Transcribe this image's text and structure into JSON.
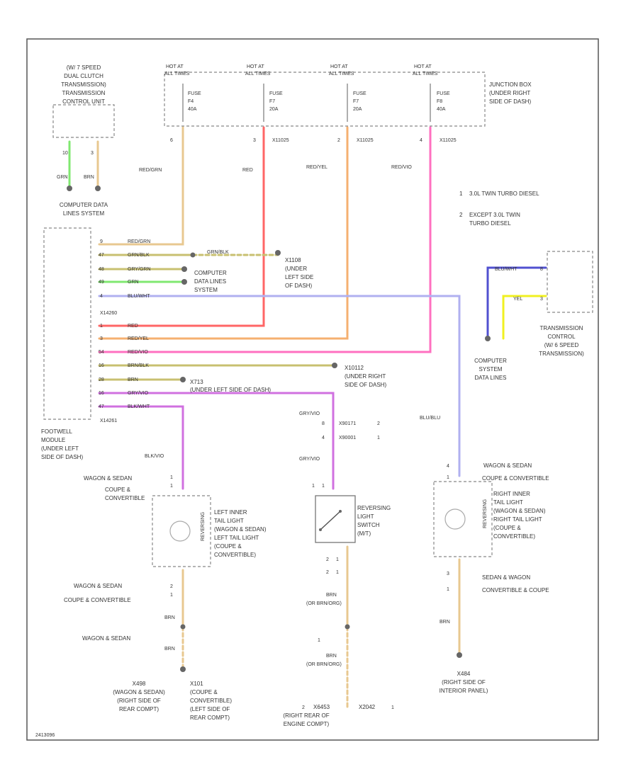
{
  "colors": {
    "red": "#ff6666",
    "tan": "#e8c890",
    "orange": "#f5b070",
    "pink": "#ff70c0",
    "blue": "#5050d0",
    "lavender": "#b0b0f0",
    "green": "#80e870",
    "yellow": "#f0f020",
    "violet": "#d070e0",
    "olive": "#c8c070"
  },
  "tcu7": {
    "lines": [
      "(W/ 7 SPEED",
      "DUAL CLUTCH",
      "TRANSMISSION)",
      "TRANSMISSION",
      "CONTROL UNIT"
    ],
    "pins": [
      "10",
      "3"
    ],
    "wires": [
      "GRN",
      "BRN"
    ]
  },
  "cdl_top": [
    "COMPUTER DATA",
    "LINES SYSTEM"
  ],
  "fuses": [
    {
      "hot": [
        "HOT AT",
        "ALL TIMES"
      ],
      "name": "FUSE",
      "num": "F4",
      "amp": "40A",
      "pin": "6",
      "conn": "",
      "wire": "RED/GRN"
    },
    {
      "hot": [
        "HOT AT",
        "ALL TIMES"
      ],
      "name": "FUSE",
      "num": "F7",
      "amp": "20A",
      "pin": "3",
      "conn": "X11025",
      "wire": "RED"
    },
    {
      "hot": [
        "HOT AT",
        "ALL TIMES"
      ],
      "name": "FUSE",
      "num": "F7",
      "amp": "20A",
      "pin": "2",
      "conn": "X11025",
      "wire": "RED/YEL"
    },
    {
      "hot": [
        "HOT AT",
        "ALL TIMES"
      ],
      "name": "FUSE",
      "num": "F8",
      "amp": "40A",
      "pin": "4",
      "conn": "X11025",
      "wire": "RED/VIO"
    }
  ],
  "junction_box": [
    "JUNCTION BOX",
    "(UNDER RIGHT",
    "SIDE OF DASH)"
  ],
  "notes": [
    {
      "num": "1",
      "text": [
        "3.0L TWIN TURBO DIESEL"
      ]
    },
    {
      "num": "2",
      "text": [
        "EXCEPT 3.0L TWIN",
        "TURBO DIESEL"
      ]
    }
  ],
  "fwm_pins": [
    {
      "pin": "9",
      "wire": "RED/GRN"
    },
    {
      "pin": "47",
      "wire": "GRN/BLK"
    },
    {
      "pin": "48",
      "wire": "GRY/GRN"
    },
    {
      "pin": "49",
      "wire": "GRN"
    },
    {
      "pin": "4",
      "wire": "BLU/WHT"
    },
    {
      "pin": "",
      "wire": ""
    },
    {
      "pin": "1",
      "wire": "RED"
    },
    {
      "pin": "3",
      "wire": "RED/YEL"
    },
    {
      "pin": "54",
      "wire": "RED/VIO"
    },
    {
      "pin": "16",
      "wire": "BRN/BLK"
    },
    {
      "pin": "28",
      "wire": "BRN"
    },
    {
      "pin": "16",
      "wire": "GRY/VIO"
    },
    {
      "pin": "47",
      "wire": "BLK/WHT"
    }
  ],
  "fwm_conn_mid": "X14260",
  "fwm_conn_bot": "X14261",
  "fwm_label": [
    "FOOTWELL",
    "MODULE",
    "(UNDER LEFT",
    "SIDE OF DASH)"
  ],
  "splices": {
    "x1108": {
      "id": "X1108",
      "wire": "GRN/BLK",
      "desc": [
        "(UNDER",
        "LEFT SIDE",
        "OF DASH)"
      ]
    },
    "cdl_mid": [
      "COMPUTER",
      "DATA LINES",
      "SYSTEM"
    ],
    "x10112": {
      "id": "X10112",
      "desc": [
        "(UNDER RIGHT",
        "SIDE OF DASH)"
      ]
    },
    "x713": {
      "id": "X713",
      "desc": "(UNDER LEFT SIDE OF DASH)"
    }
  },
  "tcu6": {
    "wires": [
      "BLU/WHT",
      "YEL"
    ],
    "pins": [
      "8",
      "3"
    ],
    "label": [
      "TRANSMISSION",
      "CONTROL",
      "(W/ 6 SPEED",
      "TRANSMISSION)"
    ]
  },
  "cdl_right": [
    "COMPUTER",
    "SYSTEM",
    "DATA LINES"
  ],
  "left_lamp": {
    "wire_top": "BLK/VIO",
    "pins_top": [
      "1",
      "1"
    ],
    "variant_top": [
      "WAGON & SEDAN",
      "COUPE &",
      "CONVERTIBLE"
    ],
    "label": [
      "LEFT INNER",
      "TAIL LIGHT",
      "(WAGON & SEDAN)",
      "LEFT TAIL LIGHT",
      "(COUPE &",
      "CONVERTIBLE)"
    ],
    "side_text": "REVERSING",
    "pins_bot": [
      "2",
      "1"
    ],
    "variant_bot": [
      "WAGON & SEDAN",
      "COUPE & CONVERTIBLE"
    ],
    "wire1": "BRN",
    "variant_wagon": "WAGON & SEDAN",
    "wire2": "BRN",
    "ground1": [
      "X498",
      "(WAGON & SEDAN)",
      "(RIGHT SIDE OF",
      "REAR COMPT)"
    ],
    "ground2": [
      "X101",
      "(COUPE &",
      "CONVERTIBLE)",
      "(LEFT SIDE OF",
      "REAR COMPT)"
    ]
  },
  "switch": {
    "wire_top": "GRY/VIO",
    "pins_top": [
      "8",
      "4"
    ],
    "conns": [
      "X90171",
      "X90001"
    ],
    "conn_nums": [
      "2",
      "1"
    ],
    "wire_mid": "GRY/VIO",
    "pins_in": [
      "1",
      "1"
    ],
    "label": [
      "REVERSING",
      "LIGHT",
      "SWITCH",
      "(M/T)"
    ],
    "pins_out": [
      "2",
      "1",
      "2",
      "1"
    ],
    "wire1": [
      "BRN",
      "(OR BRN/ORG)"
    ],
    "pin_mid": "1",
    "wire2": [
      "BRN",
      "(OR BRN/ORG)"
    ],
    "pin_bot": "2",
    "ground_l": [
      "X6453",
      "(RIGHT REAR OF",
      "ENGINE COMPT)"
    ],
    "ground_r": "X2042",
    "ground_r_pin": "1"
  },
  "right_lamp": {
    "wire_top": "BLU/BLU",
    "pins_top": [
      "4",
      "1"
    ],
    "variant_top": [
      "WAGON & SEDAN",
      "COUPE & CONVERTIBLE"
    ],
    "label": [
      "RIGHT INNER",
      "TAIL LIGHT",
      "(WAGON & SEDAN)",
      "RIGHT TAIL LIGHT",
      "(COUPE &",
      "CONVERTIBLE)"
    ],
    "side_text": "REVERSING",
    "pins_bot": [
      "3",
      "1"
    ],
    "variant_bot": [
      "SEDAN & WAGON",
      "CONVERTIBLE & COUPE"
    ],
    "wire": "BRN",
    "ground": [
      "X484",
      "(RIGHT SIDE OF",
      "INTERIOR PANEL)"
    ]
  },
  "diagram_id": "2413096"
}
